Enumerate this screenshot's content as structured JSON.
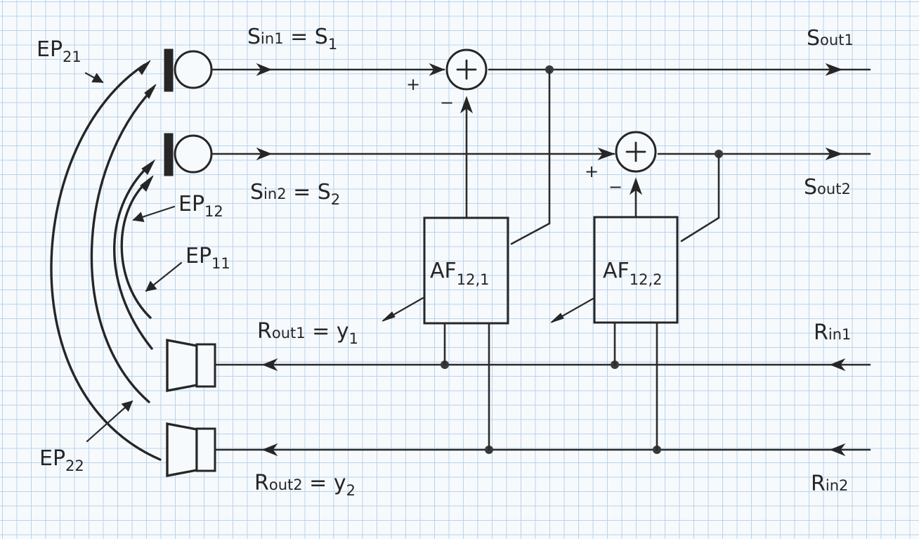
{
  "inputs": {
    "s_in1": {
      "base": "S",
      "sub": "in1",
      "eq": " = ",
      "rhs": "S",
      "rhs_sub": "1"
    },
    "s_in2": {
      "base": "S",
      "sub": "in2",
      "eq": " = ",
      "rhs": "S",
      "rhs_sub": "2"
    }
  },
  "outputs": {
    "s_out1": {
      "base": "S",
      "sub": "out1"
    },
    "s_out2": {
      "base": "S",
      "sub": "out2"
    }
  },
  "receive": {
    "r_in1": {
      "base": "R",
      "sub": "in1"
    },
    "r_in2": {
      "base": "R",
      "sub": "in2"
    },
    "r_out1": {
      "base": "R",
      "sub": "out1",
      "eq": " = ",
      "rhs": "y",
      "rhs_sub": "1"
    },
    "r_out2": {
      "base": "R",
      "sub": "out2",
      "eq": " = ",
      "rhs": "y",
      "rhs_sub": "2"
    }
  },
  "echo_paths": [
    {
      "base": "EP",
      "sub": "21"
    },
    {
      "base": "EP",
      "sub": "12"
    },
    {
      "base": "EP",
      "sub": "11"
    },
    {
      "base": "EP",
      "sub": "22"
    }
  ],
  "filters": [
    {
      "base": "AF",
      "sub": "12,1"
    },
    {
      "base": "AF",
      "sub": "12,2"
    }
  ],
  "summers": {
    "sum1": {
      "symbol": "+",
      "plus_input": "+",
      "minus_input": "−"
    },
    "sum2": {
      "symbol": "+",
      "plus_input": "+",
      "minus_input": "−"
    }
  }
}
